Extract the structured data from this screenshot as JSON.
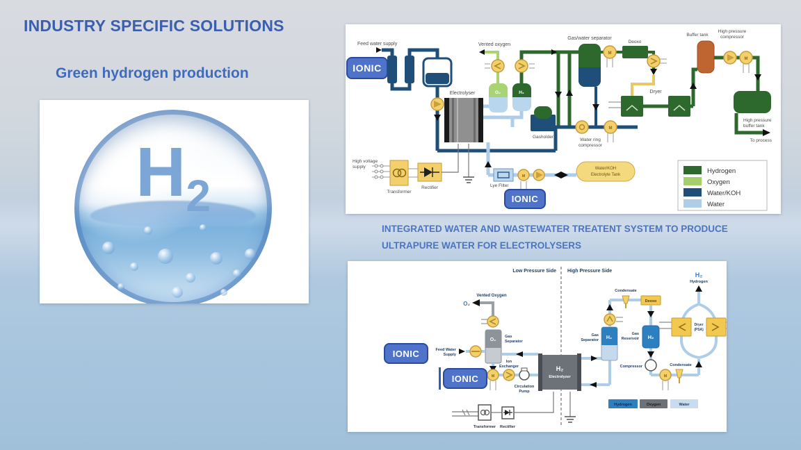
{
  "slide": {
    "title": "INDUSTRY SPECIFIC SOLUTIONS",
    "subtitle": "Green hydrogen production",
    "caption_line1": "INTEGRATED WATER AND WASTEWATER TREATENT SYSTEM TO PRODUCE",
    "caption_line2": "ULTRAPURE WATER FOR ELECTROLYSERS"
  },
  "h2_art": {
    "h": "H",
    "sub": "2"
  },
  "d1": {
    "brand": "IONIC",
    "feed_water": "Feed water supply",
    "vented_oxygen": "Vented oxygen",
    "electrolyser": "Electrolyser",
    "o2": "O₂",
    "h2": "H₂",
    "gasholder": "Gasholder",
    "gas_water_separator": "Gas/water separator",
    "deoxo": "Deoxo",
    "dryer": "Dryer",
    "buffer_tank": "Buffer tank",
    "hp_compressor_l1": "High pressure",
    "hp_compressor_l2": "compressor",
    "hp_buffer_l1": "High pressure",
    "hp_buffer_l2": "buffer tank",
    "to_process": "To process",
    "water_ring_l1": "Water ring",
    "water_ring_l2": "compressor",
    "hv_l1": "High voltage",
    "hv_l2": "supply",
    "transformer": "Transformer",
    "rectifier": "Rectifier",
    "lye_filter": "Lye Filter",
    "tank_l1": "Water/KOH",
    "tank_l2": "Electrolyte Tank",
    "m": "M",
    "legend": [
      {
        "label": "Hydrogen",
        "color": "#2d682d"
      },
      {
        "label": "Oxygen",
        "color": "#a3d06a"
      },
      {
        "label": "Water/KOH",
        "color": "#1f4e79"
      },
      {
        "label": "Water",
        "color": "#aecde9"
      }
    ]
  },
  "d2": {
    "brand": "IONIC",
    "low_side": "Low Pressure Side",
    "high_side": "High Pressure Side",
    "vented_oxygen": "Vented Oxygen",
    "o2": "O₂",
    "o2_tank": "O₂",
    "sep_l1": "Gas",
    "sep_l2": "Separator",
    "feed_l1": "Feed Water",
    "feed_l2": "Supply",
    "ion_l1": "Ion",
    "ion_l2": "Exchanger",
    "circ_l1": "Circulation",
    "circ_l2": "Pump",
    "elec_h2": "H₂",
    "elec_name": "Electrolyzer",
    "transformer": "Transformer",
    "rectifier": "Rectifier",
    "gsep_l1": "Gas",
    "gsep_l2": "Separator",
    "h2_sep": "H₂",
    "condensate1": "Condensate",
    "deoxo": "Deoxo",
    "res_l1": "Gas",
    "res_l2": "Reservoir",
    "h2_res": "H₂",
    "compressor": "Compressor",
    "condensate2": "Condensate",
    "dryer_l1": "Dryer",
    "dryer_l2": "(PSA)",
    "h2_out": "H₂",
    "hydrogen_out": "Hydrogen",
    "m": "M",
    "legend": [
      {
        "label": "Hydrogen",
        "color": "#2e7fc0",
        "text_color": "#0d2b4e"
      },
      {
        "label": "Oxygen",
        "color": "#6e7277",
        "text_color": "#17191d"
      },
      {
        "label": "Water",
        "color": "#c9dcee",
        "text_color": "#1f3a5f"
      }
    ]
  }
}
